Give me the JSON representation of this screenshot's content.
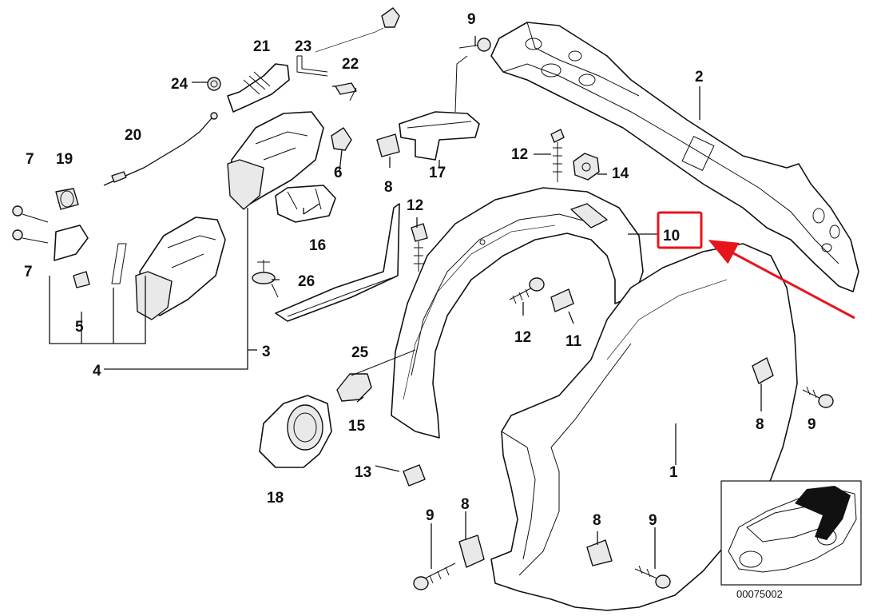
{
  "labels": {
    "p1": "1",
    "p2": "2",
    "p3": "3",
    "p4": "4",
    "p5": "5",
    "p6": "6",
    "p7a": "7",
    "p7b": "7",
    "p8a": "8",
    "p8b": "8",
    "p8c": "8",
    "p8d": "8",
    "p9a": "9",
    "p9b": "9",
    "p9c": "9",
    "p9d": "9",
    "p10": "10",
    "p11": "11",
    "p12a": "12",
    "p12b": "12",
    "p12c": "12",
    "p13": "13",
    "p14": "14",
    "p15": "15",
    "p16": "16",
    "p17": "17",
    "p18": "18",
    "p19": "19",
    "p20": "20",
    "p21": "21",
    "p22": "22",
    "p23": "23",
    "p24": "24",
    "p25": "25",
    "p26": "26"
  },
  "inset_reference": "00075002",
  "highlight": {
    "label": "p10",
    "box_color": "#e8141b",
    "arrow_color": "#e8141b"
  }
}
